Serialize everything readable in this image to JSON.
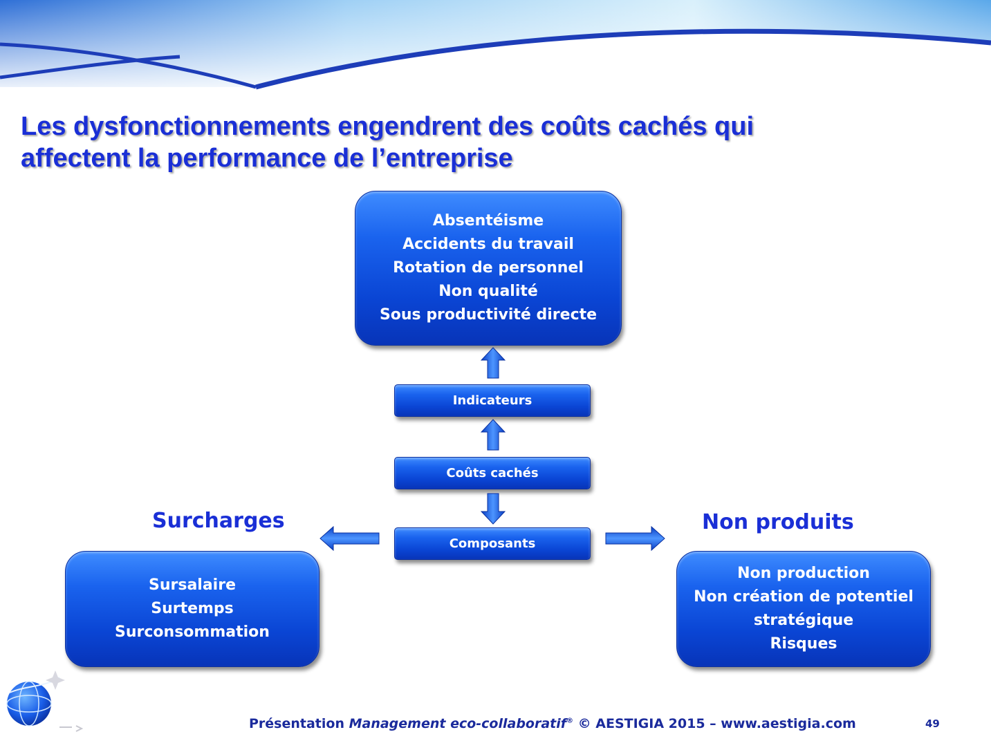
{
  "title": {
    "line1": "Les dysfonctionnements engendrent des coûts cachés qui",
    "line2": "affectent la performance de l’entreprise"
  },
  "diagram": {
    "top_box": {
      "items": [
        "Absentéisme",
        "Accidents du travail",
        "Rotation de personnel",
        "Non qualité",
        "Sous productivité directe"
      ]
    },
    "indicateurs": "Indicateurs",
    "couts_caches": "Coûts cachés",
    "composants": "Composants",
    "left_label": "Surcharges",
    "left_box": {
      "items": [
        "Sursalaire",
        "Surtemps",
        "Surconsommation"
      ]
    },
    "right_label": "Non produits",
    "right_box": {
      "items": [
        "Non production",
        "Non création de potentiel",
        "stratégique",
        "Risques"
      ]
    }
  },
  "footer": {
    "prefix": "Présentation ",
    "italic": "Management eco-collaboratif",
    "reg": "®",
    "suffix": " © AESTIGIA 2015 – www.aestigia.com",
    "page": "49"
  },
  "colors": {
    "title": "#1a2fd6",
    "box": "#0a45d4",
    "arrow": "#1a5ee8"
  },
  "icons": {
    "arrow": "block-arrow-icon",
    "logo": "globe-logo-icon"
  }
}
